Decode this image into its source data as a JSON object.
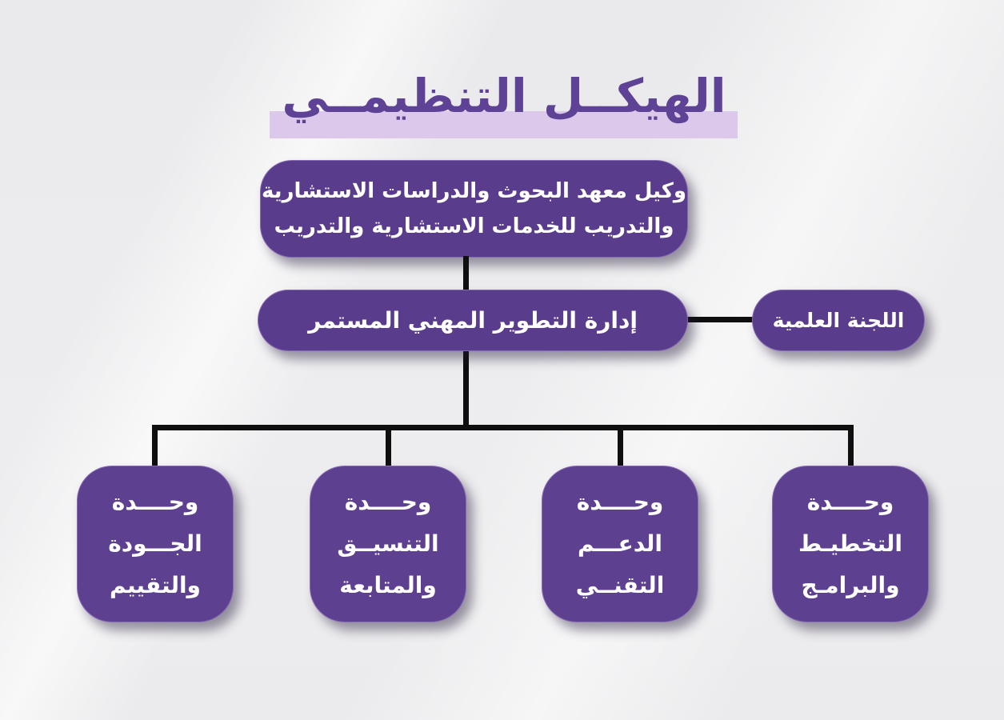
{
  "page": {
    "title_text": "الهيكــل التنظيمــي"
  },
  "org": {
    "root": {
      "line1": "وكيل معهد البحوث والدراسات الاستشارية",
      "line2": "والتدريب للخدمات الاستشارية والتدريب"
    },
    "department": {
      "label": "إدارة التطوير المهني المستمر"
    },
    "committee": {
      "label": "اللجنة العلمية"
    },
    "units": [
      {
        "lines": [
          "وحــــدة",
          "الجـــودة",
          "والتقييم"
        ]
      },
      {
        "lines": [
          "وحــــدة",
          "التنسيــق",
          "والمتابعة"
        ]
      },
      {
        "lines": [
          "وحــــدة",
          "الدعـــم",
          "التقنــي"
        ]
      },
      {
        "lines": [
          "وحــــدة",
          "التخطيـط",
          "والبرامـج"
        ]
      }
    ]
  },
  "colors": {
    "background": "#ececee",
    "box_purple": "#593c8b",
    "unit_purple": "#5d4090",
    "title_purple": "#5e4296",
    "highlight_band": "#dcc8ea",
    "connector_black": "#0f0f0f",
    "text_white": "#ffffff"
  }
}
